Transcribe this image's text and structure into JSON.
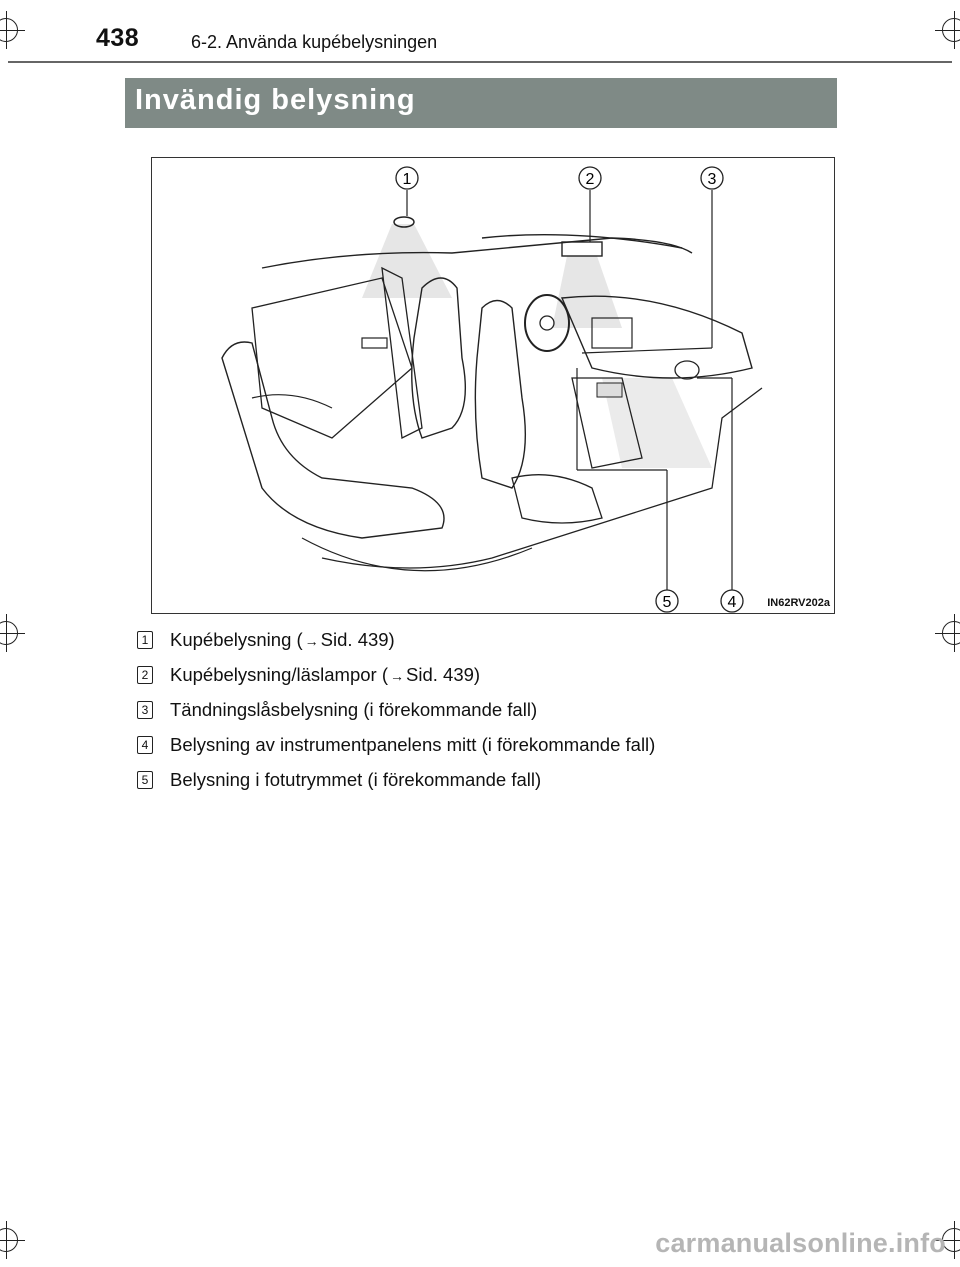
{
  "header": {
    "page_number": "438",
    "chapter": "6-2. Använda kupébelysningen"
  },
  "section": {
    "title": "Invändig belysning"
  },
  "figure": {
    "code": "IN62RV202a",
    "callouts": [
      "1",
      "2",
      "3",
      "4",
      "5"
    ]
  },
  "legend": {
    "items": [
      {
        "num": "1",
        "text_before": "Kupébelysning (",
        "arrow": "→",
        "text_after": "Sid. 439)"
      },
      {
        "num": "2",
        "text_before": "Kupébelysning/läslampor (",
        "arrow": "→",
        "text_after": "Sid. 439)"
      },
      {
        "num": "3",
        "text_before": "Tändningslåsbelysning (i förekommande fall)",
        "arrow": "",
        "text_after": ""
      },
      {
        "num": "4",
        "text_before": "Belysning av instrumentpanelens mitt (i förekommande fall)",
        "arrow": "",
        "text_after": ""
      },
      {
        "num": "5",
        "text_before": "Belysning i fotutrymmet (i förekommande fall)",
        "arrow": "",
        "text_after": ""
      }
    ]
  },
  "watermark": "carmanualsonline.info"
}
